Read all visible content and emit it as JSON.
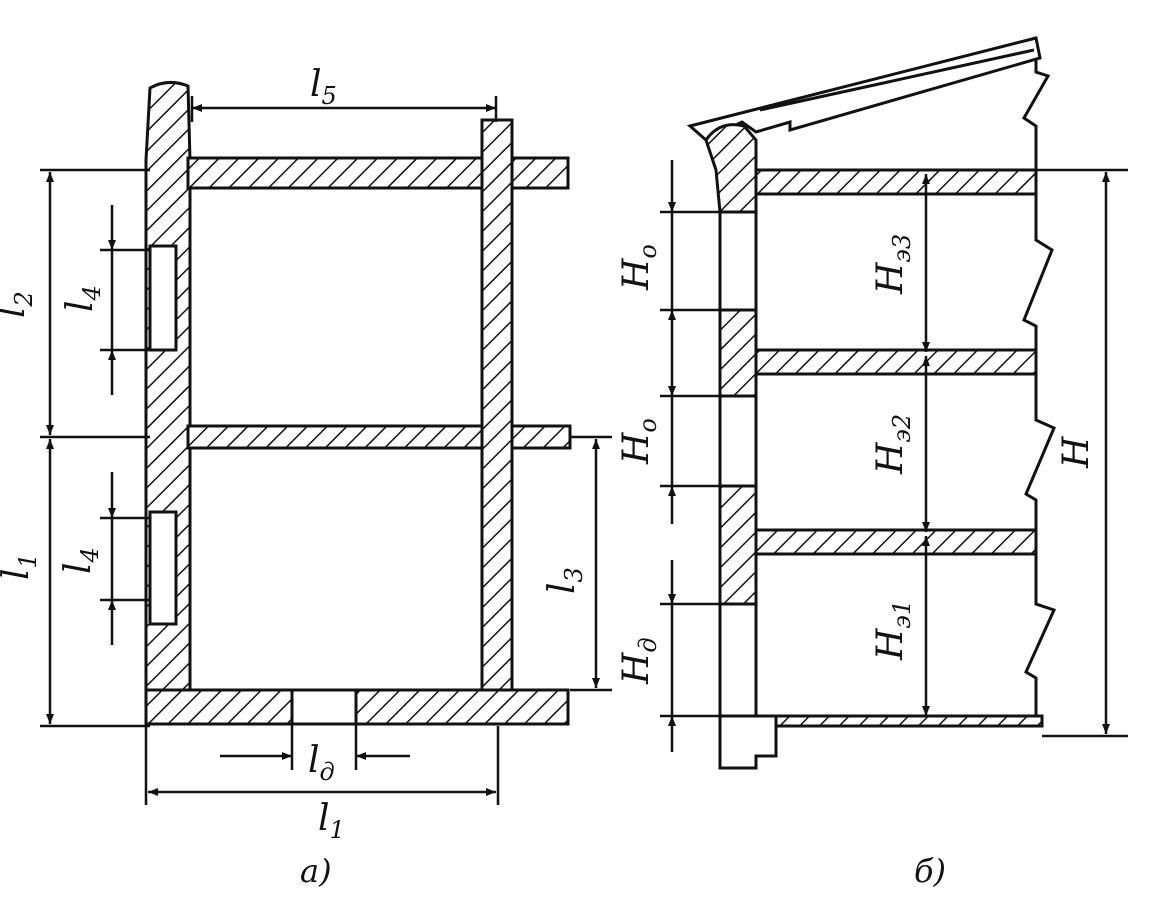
{
  "colors": {
    "ink": "#111111",
    "paper": "#ffffff"
  },
  "plan": {
    "caption": "а)",
    "labels": {
      "l5": {
        "main": "l",
        "sub": "5"
      },
      "l2": {
        "main": "l",
        "sub": "2"
      },
      "l1_left": {
        "main": "l",
        "sub": "1"
      },
      "l4_top": {
        "main": "l",
        "sub": "4"
      },
      "l4_bottom": {
        "main": "l",
        "sub": "4"
      },
      "l3": {
        "main": "l",
        "sub": "3"
      },
      "ld": {
        "main": "l",
        "sub": "д"
      },
      "l1_bottom": {
        "main": "l",
        "sub": "1"
      }
    }
  },
  "section": {
    "caption": "б)",
    "labels": {
      "H_o_top": {
        "main": "H",
        "sub": "o"
      },
      "H_o_mid": {
        "main": "H",
        "sub": "o"
      },
      "H_d": {
        "main": "H",
        "sub": "д"
      },
      "H_e3": {
        "main": "H",
        "sub": "э3"
      },
      "H_e2": {
        "main": "H",
        "sub": "э2"
      },
      "H_e1": {
        "main": "H",
        "sub": "э1"
      },
      "H": {
        "main": "H",
        "sub": ""
      }
    }
  }
}
